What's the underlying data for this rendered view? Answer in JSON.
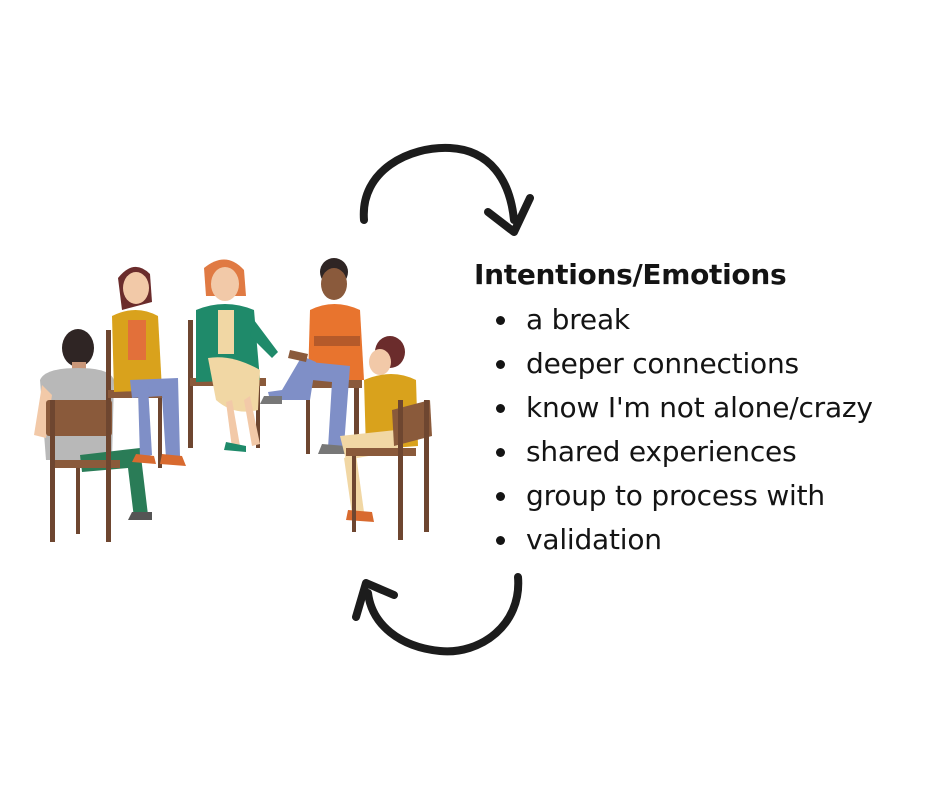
{
  "heading": "Intentions/Emotions",
  "items": [
    "a break",
    "deeper connections",
    "know I'm not alone/crazy",
    "shared experiences",
    "group to process with",
    "validation"
  ],
  "colors": {
    "text": "#141414",
    "arrow": "#1c1c1c",
    "chair": "#8a5a3b",
    "skin_light": "#f2c9a8",
    "skin_dark": "#8a5a3c",
    "hair_dark": "#2f2524",
    "hair_red": "#e07a43",
    "shirt_gray": "#b8b8b8",
    "shirt_mustard": "#d9a21c",
    "blazer_green": "#1f8a6a",
    "hoodie_orange": "#e8742e",
    "pants_blue": "#7f8fc7",
    "pants_green": "#2a7c57",
    "skirt_beige": "#f1d7a4"
  },
  "icons": {
    "top_arrow": "curved-arrow-clockwise-icon",
    "bottom_arrow": "curved-arrow-clockwise-icon"
  }
}
